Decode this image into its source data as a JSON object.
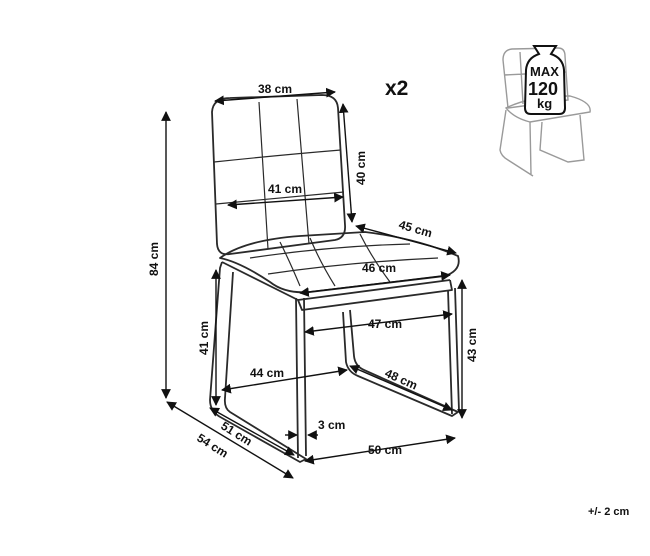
{
  "quantity": "x2",
  "max_load": {
    "line1": "MAX",
    "line2": "120",
    "line3": "kg"
  },
  "tolerance": "+/- 2 cm",
  "dimensions": {
    "backrest_top_width": "38 cm",
    "backrest_height": "40 cm",
    "backrest_width": "41 cm",
    "seat_depth_side": "45 cm",
    "seat_front_width": "46 cm",
    "seat_width_lower": "47 cm",
    "seat_height_left": "41 cm",
    "seat_height_right": "43 cm",
    "base_width": "44 cm",
    "base_depth": "48 cm",
    "total_height": "84 cm",
    "leg_depth": "51 cm",
    "total_depth": "54 cm",
    "tube_width": "3 cm",
    "total_width": "50 cm"
  },
  "colors": {
    "line": "#111111",
    "chair": "#2a2a2a",
    "thumbnail": "#9a9a9a"
  }
}
